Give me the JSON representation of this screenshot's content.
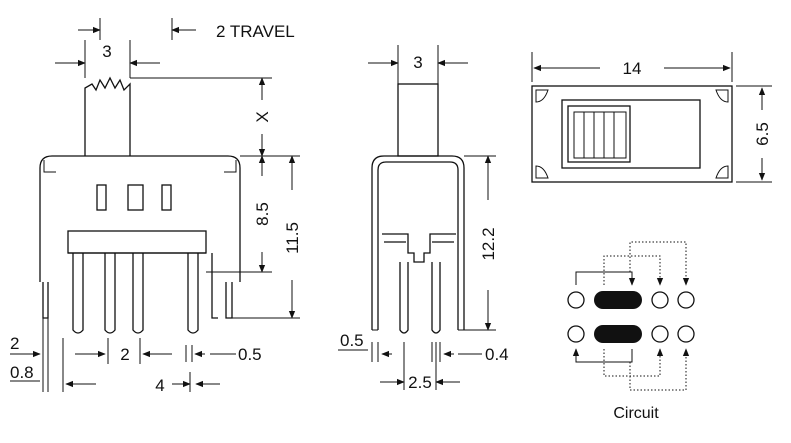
{
  "side_view": {
    "dim_width_top": "3",
    "dim_travel": "2 TRAVEL",
    "dim_x": "X",
    "dim_height_body": "8.5",
    "dim_height_total": "11.5",
    "dim_pin_thick": "2",
    "dim_pin_offset": "0.8",
    "dim_pitch": "2",
    "dim_pin_width": "0.5",
    "dim_span": "4"
  },
  "end_view": {
    "dim_width_top": "3",
    "dim_height": "12.2",
    "dim_pin_left": "0.5",
    "dim_pin_right": "0.4",
    "dim_span": "2.5"
  },
  "top_view": {
    "dim_length": "14",
    "dim_width": "6.5"
  },
  "circuit": {
    "label": "Circuit"
  }
}
